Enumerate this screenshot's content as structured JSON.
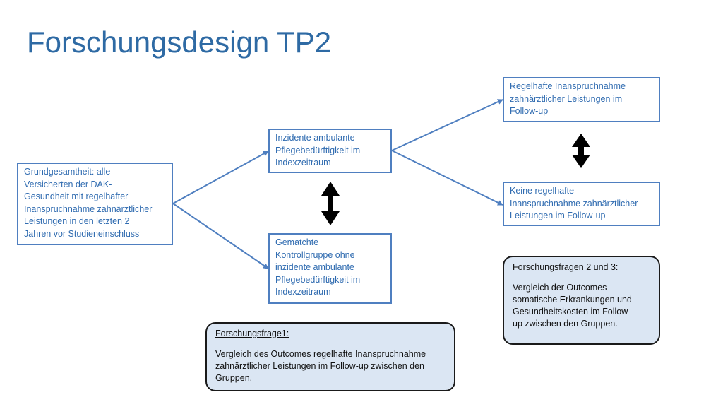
{
  "slide": {
    "title": "Forschungsdesign TP2",
    "boxes": {
      "population": "Grundgesamtheit: alle\nVersicherten der DAK-\nGesundheit mit regelhafter\nInanspruchnahme zahnärztlicher\nLeistungen  in den letzten 2\nJahren vor Studieneinschluss",
      "incident": "Inzidente ambulante\nPflegebedürftigkeit im\nIndexzeitraum",
      "control": "Gematchte\nKontrollgruppe ohne\ninzidente ambulante\nPflegebedürftigkeit im\nIndexzeitraum",
      "regular": "Regelhafte  Inanspruchnahme\nzahnärztlicher Leistungen im\nFollow-up",
      "no_regular": "Keine regelhafte\nInanspruchnahme zahnärztlicher\nLeistungen  im Follow-up"
    },
    "questions": [
      {
        "heading": "Forschungsfrage1:",
        "text": "Vergleich des Outcomes regelhafte Inanspruchnahme\nzahnärztlicher Leistungen im Follow-up zwischen den\nGruppen."
      },
      {
        "heading": "Forschungsfragen 2 und 3:",
        "text": "Vergleich der Outcomes\nsomatische Erkrankungen und\nGesundheitskosten im Follow-\nup zwischen den Gruppen."
      }
    ],
    "colors": {
      "title": "#2e6aa4",
      "box_border": "#4f7fc0",
      "box_text": "#2f6bb0",
      "question_fill": "#dbe6f3",
      "arrow": "#000000"
    }
  }
}
